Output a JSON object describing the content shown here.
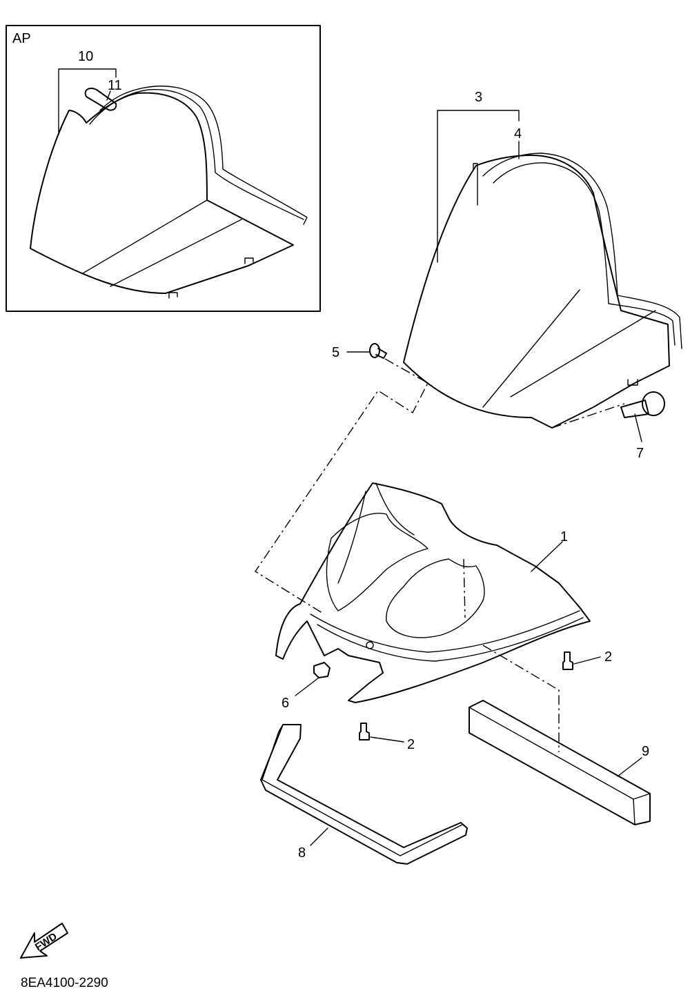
{
  "inset": {
    "label": "AP"
  },
  "callouts": {
    "p1": "1",
    "p2a": "2",
    "p2b": "2",
    "p3": "3",
    "p4": "4",
    "p5": "5",
    "p6": "6",
    "p7": "7",
    "p8": "8",
    "p9": "9",
    "p10": "10",
    "p11": "11"
  },
  "direction_arrow": {
    "label": "FWD",
    "icon": "fwd-arrow-icon"
  },
  "diagram_code": "8EA4100-2290"
}
